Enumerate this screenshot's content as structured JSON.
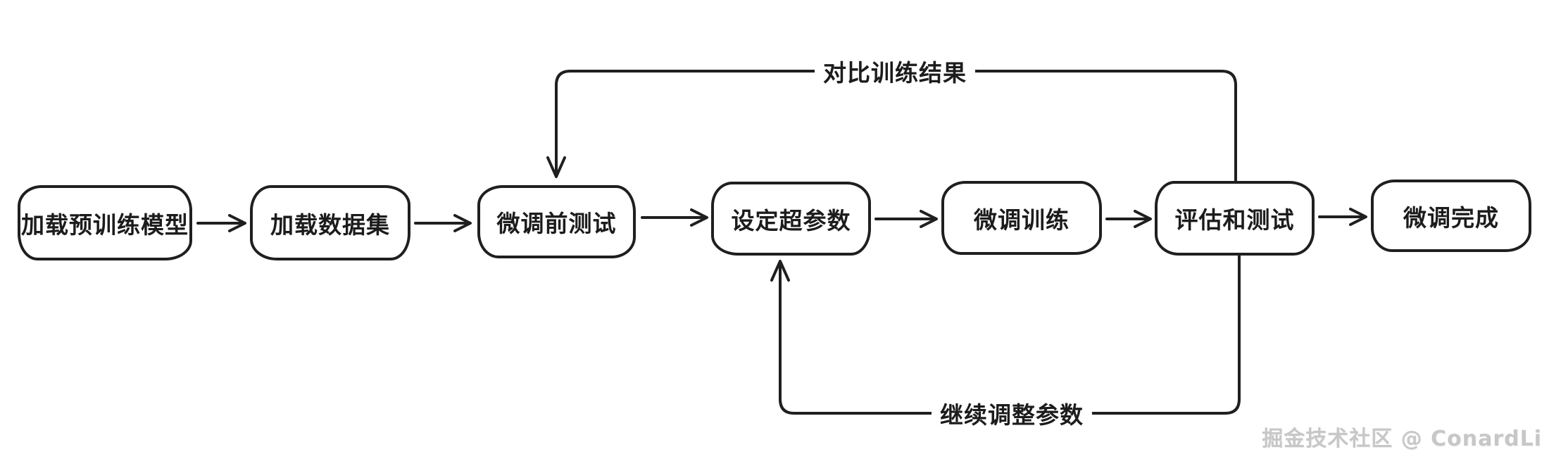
{
  "nodes": [
    {
      "id": "load-pretrained-model",
      "label": "加载预训练模型"
    },
    {
      "id": "load-dataset",
      "label": "加载数据集"
    },
    {
      "id": "pre-finetune-test",
      "label": "微调前测试"
    },
    {
      "id": "set-hyperparameters",
      "label": "设定超参数"
    },
    {
      "id": "finetune-training",
      "label": "微调训练"
    },
    {
      "id": "evaluate-and-test",
      "label": "评估和测试"
    },
    {
      "id": "finetune-complete",
      "label": "微调完成"
    }
  ],
  "edges": {
    "top_feedback_label": "对比训练结果",
    "bottom_feedback_label": "继续调整参数"
  },
  "watermark": "掘金技术社区 @ ConardLi",
  "colors": {
    "stroke": "#1f1f1f",
    "background": "#ffffff",
    "watermark": "#c7c7c7"
  }
}
